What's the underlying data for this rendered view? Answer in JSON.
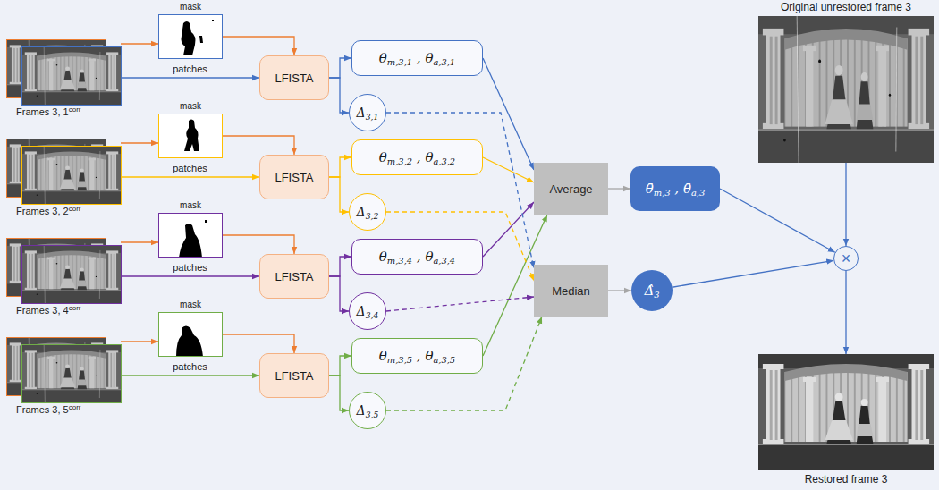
{
  "diagram": {
    "nodes": [
      {
        "text": [
          "Frames 3, 1",
          "corr"
        ]
      },
      {
        "text": [
          "mask"
        ]
      },
      {
        "text": [
          "LFISTA"
        ]
      },
      {
        "text": [
          "θm,3,1 , θa,3,1"
        ]
      },
      {
        "text": [
          "Δ3,1"
        ]
      },
      {
        "text": [
          "Frames 3, 2",
          "corr"
        ]
      },
      {
        "text": [
          "mask"
        ]
      },
      {
        "text": [
          "LFISTA"
        ]
      },
      {
        "text": [
          "θm,3,2 , θa,3,2"
        ]
      },
      {
        "text": [
          "Δ3,2"
        ]
      },
      {
        "text": [
          "Frames 3, 4",
          "corr"
        ]
      },
      {
        "text": [
          "mask"
        ]
      },
      {
        "text": [
          "LFISTA"
        ]
      },
      {
        "text": [
          "θm,3,4 , θa,3,4"
        ]
      },
      {
        "text": [
          "Δ3,4"
        ]
      },
      {
        "text": [
          "Frames 3, 5",
          "corr"
        ]
      },
      {
        "text": [
          "mask"
        ]
      },
      {
        "text": [
          "LFISTA"
        ]
      },
      {
        "text": [
          "θm,3,5 , θa,3,5"
        ]
      },
      {
        "text": [
          "Δ3,5"
        ]
      },
      {
        "text": [
          "Average"
        ]
      },
      {
        "text": [
          "Median"
        ]
      },
      {
        "text": [
          "θ̄m,3 , θ̄a,3"
        ]
      },
      {
        "text": [
          "Δ̂3"
        ]
      },
      {
        "text": [
          "Original unrestored frame 3"
        ]
      },
      {
        "text": [
          "×"
        ]
      },
      {
        "text": [
          "Restored frame 3"
        ]
      }
    ],
    "edges": [
      {
        "from": 0,
        "to": 1,
        "arrow": "to"
      },
      {
        "from": 1,
        "to": 2,
        "arrow": "to"
      },
      {
        "from": 0,
        "to": 2,
        "label": "patches",
        "arrow": "to"
      },
      {
        "from": 2,
        "to": 3,
        "arrow": "to"
      },
      {
        "from": 2,
        "to": 4,
        "arrow": "to"
      },
      {
        "from": 5,
        "to": 6,
        "arrow": "to"
      },
      {
        "from": 6,
        "to": 7,
        "arrow": "to"
      },
      {
        "from": 5,
        "to": 7,
        "label": "patches",
        "arrow": "to"
      },
      {
        "from": 7,
        "to": 8,
        "arrow": "to"
      },
      {
        "from": 7,
        "to": 9,
        "arrow": "to"
      },
      {
        "from": 10,
        "to": 11,
        "arrow": "to"
      },
      {
        "from": 11,
        "to": 12,
        "arrow": "to"
      },
      {
        "from": 10,
        "to": 12,
        "label": "patches",
        "arrow": "to"
      },
      {
        "from": 12,
        "to": 13,
        "arrow": "to"
      },
      {
        "from": 12,
        "to": 14,
        "arrow": "to"
      },
      {
        "from": 15,
        "to": 16,
        "arrow": "to"
      },
      {
        "from": 16,
        "to": 17,
        "arrow": "to"
      },
      {
        "from": 15,
        "to": 17,
        "label": "patches",
        "arrow": "to"
      },
      {
        "from": 17,
        "to": 18,
        "arrow": "to"
      },
      {
        "from": 17,
        "to": 19,
        "arrow": "to"
      },
      {
        "from": 3,
        "to": 20,
        "arrow": "to"
      },
      {
        "from": 8,
        "to": 20,
        "arrow": "to"
      },
      {
        "from": 13,
        "to": 20,
        "arrow": "to"
      },
      {
        "from": 18,
        "to": 20,
        "arrow": "to"
      },
      {
        "from": 4,
        "to": 21,
        "arrow": "to"
      },
      {
        "from": 9,
        "to": 21,
        "arrow": "to"
      },
      {
        "from": 14,
        "to": 21,
        "arrow": "to"
      },
      {
        "from": 19,
        "to": 21,
        "arrow": "to"
      },
      {
        "from": 20,
        "to": 22,
        "arrow": "to"
      },
      {
        "from": 21,
        "to": 23,
        "arrow": "to"
      },
      {
        "from": 22,
        "to": 25,
        "arrow": "to"
      },
      {
        "from": 23,
        "to": 25,
        "arrow": "to"
      },
      {
        "from": 24,
        "to": 25,
        "arrow": "to"
      },
      {
        "from": 25,
        "to": 26,
        "arrow": "to"
      }
    ]
  }
}
